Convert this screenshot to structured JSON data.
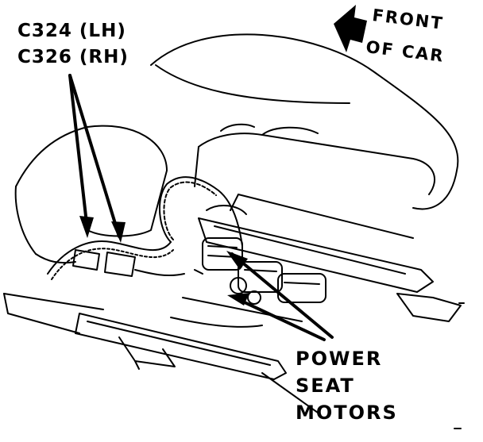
{
  "labels": {
    "connector_lh": "C324 (LH)",
    "connector_rh": "C326 (RH)",
    "front_line1": "FRONT",
    "front_line2": "OF CAR",
    "motors_line1": "POWER",
    "motors_line2": "SEAT",
    "motors_line3": "MOTORS"
  },
  "colors": {
    "ink": "#000000",
    "paper": "#ffffff"
  },
  "icons": {
    "front_indicator": "front-arrow-icon"
  }
}
